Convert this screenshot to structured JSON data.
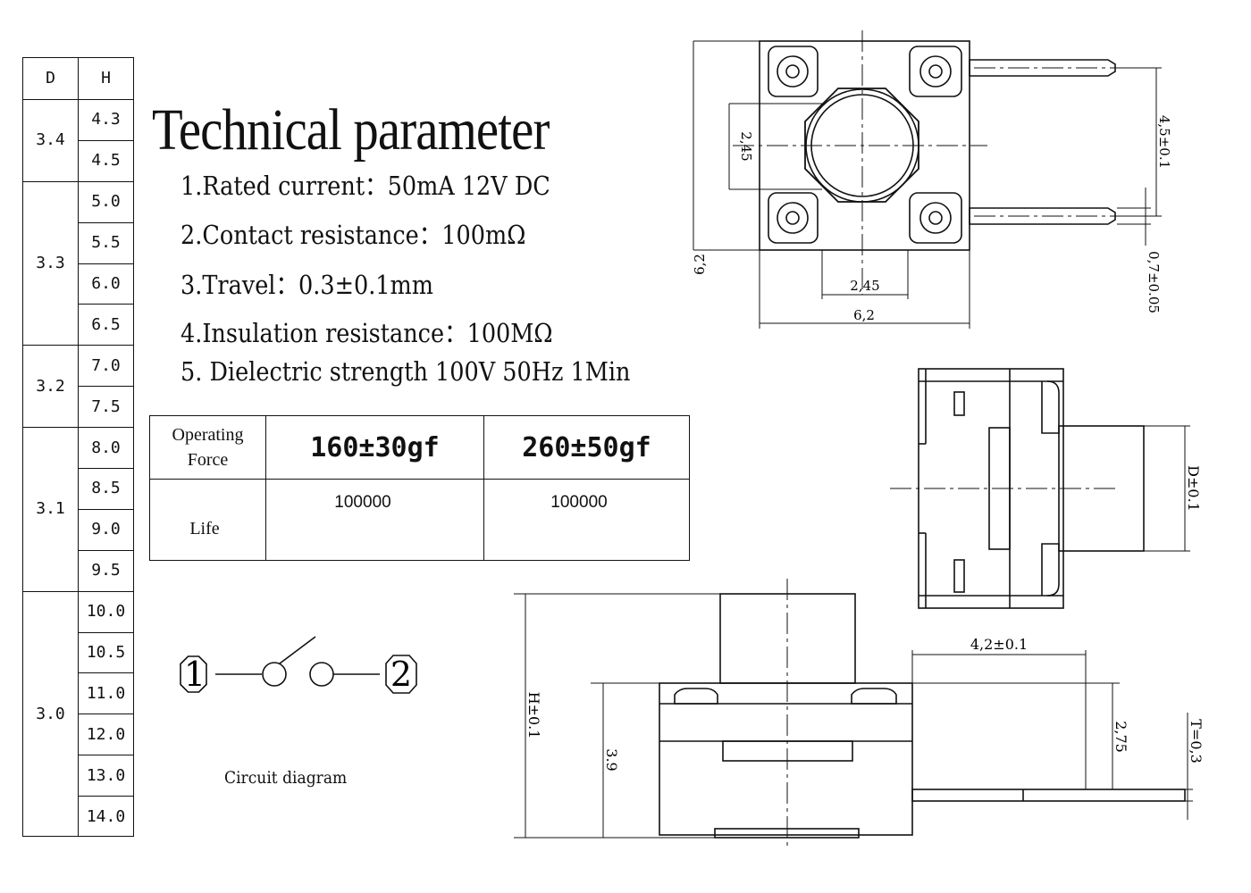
{
  "dh_table": {
    "header_d": "D",
    "header_h": "H",
    "groups": [
      {
        "d": "3.4",
        "h": [
          "4.3",
          "4.5"
        ]
      },
      {
        "d": "3.3",
        "h": [
          "5.0",
          "5.5",
          "6.0",
          "6.5"
        ]
      },
      {
        "d": "3.2",
        "h": [
          "7.0",
          "7.5"
        ]
      },
      {
        "d": "3.1",
        "h": [
          "8.0",
          "8.5",
          "9.0",
          "9.5"
        ]
      },
      {
        "d": "3.0",
        "h": [
          "10.0",
          "10.5",
          "11.0",
          "12.0",
          "13.0",
          "14.0"
        ]
      }
    ]
  },
  "title": "Technical parameter",
  "params": [
    "1.Rated current：50mA 12V DC",
    "2.Contact resistance：100mΩ",
    "3.Travel：0.3±0.1mm",
    "4.Insulation resistance：100MΩ",
    "5. Dielectric strength 100V 50Hz 1Min"
  ],
  "force_table": {
    "row1_label_line1": "Operating",
    "row1_label_line2": "Force",
    "force_a": "160±30gf",
    "force_b": "260±50gf",
    "row2_label": "Life",
    "life_a": "100000",
    "life_b": "100000"
  },
  "circuit": {
    "caption": "Circuit diagram",
    "terminal_1": "1",
    "terminal_2": "2"
  },
  "top_view": {
    "dim_height": "6,2",
    "dim_inner_height": "2,45",
    "dim_inner_width": "2,45",
    "dim_width": "6,2",
    "dim_pin_pitch": "4,5±0.1",
    "dim_pin_width": "0,7±0.05"
  },
  "side_view": {
    "dim_button_diameter": "D±0.1"
  },
  "front_view": {
    "dim_total_height": "H±0.1",
    "dim_body_height": "3.9",
    "dim_pin_length": "4,2±0.1",
    "dim_pin_offset": "2,75",
    "dim_pin_thickness": "T=0,3"
  }
}
